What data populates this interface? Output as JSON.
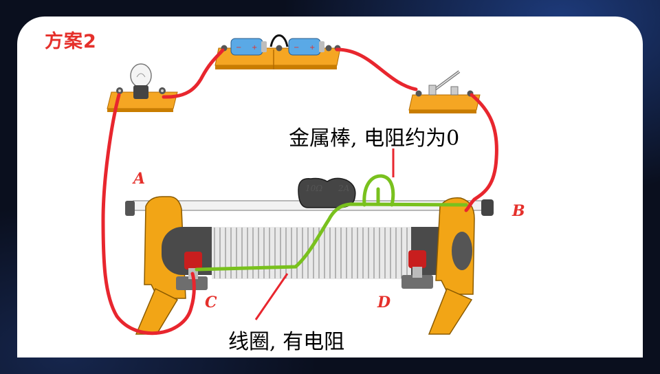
{
  "slide": {
    "title": "方案2",
    "callouts": {
      "metal_rod": "金属棒, 电阻约为0",
      "coil": "线圈, 有电阻"
    },
    "terminals": {
      "a": "A",
      "b": "B",
      "c": "C",
      "d": "D"
    },
    "rheostat_rating": {
      "resistance": "10Ω",
      "current": "2A"
    },
    "colors": {
      "wire": "#e8262e",
      "highlight_path": "#79c11e",
      "base_board": "#f5a623",
      "frame": "#f2a516",
      "battery": "#5aa9e6",
      "title": "#e5302b"
    },
    "icons": [
      "light-bulb-icon",
      "battery-icon",
      "switch-icon",
      "rheostat-icon"
    ]
  }
}
